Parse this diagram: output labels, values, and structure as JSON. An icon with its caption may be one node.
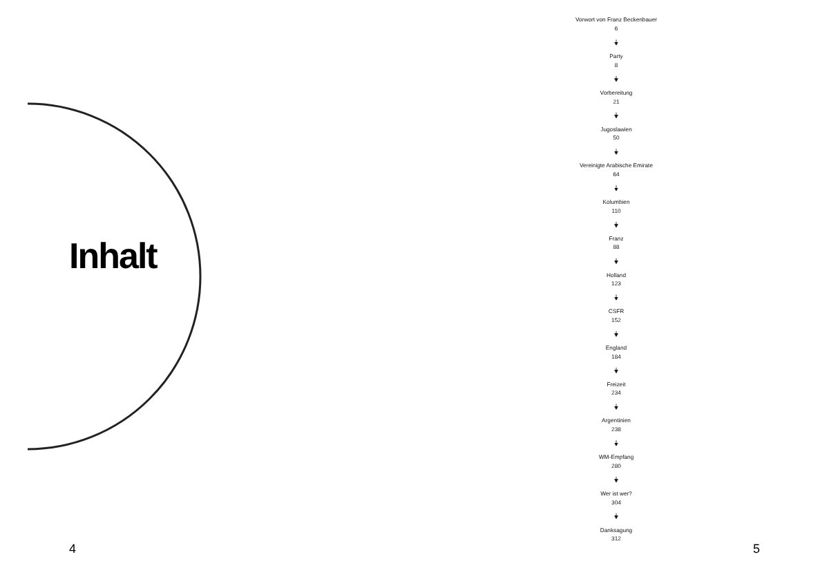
{
  "diagram": {
    "title": "Inhalt",
    "nodes": [
      {
        "text": [
          "Vorwort von Franz Beckenbauer",
          "6"
        ]
      },
      {
        "text": [
          "Party",
          "8"
        ]
      },
      {
        "text": [
          "Vorbereitung",
          "21"
        ]
      },
      {
        "text": [
          "Jugoslawien",
          "50"
        ]
      },
      {
        "text": [
          "Vereinigte Arabische Emirate",
          "64"
        ]
      },
      {
        "text": [
          "Kolumbien",
          "110"
        ]
      },
      {
        "text": [
          "Franz",
          "88"
        ]
      },
      {
        "text": [
          "Holland",
          "123"
        ]
      },
      {
        "text": [
          "CSFR",
          "152"
        ]
      },
      {
        "text": [
          "England",
          "184"
        ]
      },
      {
        "text": [
          "Freizeit",
          "234"
        ]
      },
      {
        "text": [
          "Argentinien",
          "238"
        ]
      },
      {
        "text": [
          "WM-Empfang",
          "280"
        ]
      },
      {
        "text": [
          "Wer ist wer?",
          "304"
        ]
      },
      {
        "text": [
          "Danksagung",
          "312"
        ]
      }
    ],
    "edges": [
      {
        "from": 0,
        "to": 1,
        "arrow": "to"
      },
      {
        "from": 1,
        "to": 2,
        "arrow": "to"
      },
      {
        "from": 2,
        "to": 3,
        "arrow": "to"
      },
      {
        "from": 3,
        "to": 4,
        "arrow": "to"
      },
      {
        "from": 4,
        "to": 5,
        "arrow": "to"
      },
      {
        "from": 5,
        "to": 6,
        "arrow": "to"
      },
      {
        "from": 6,
        "to": 7,
        "arrow": "to"
      },
      {
        "from": 7,
        "to": 8,
        "arrow": "to"
      },
      {
        "from": 8,
        "to": 9,
        "arrow": "to"
      },
      {
        "from": 9,
        "to": 10,
        "arrow": "to"
      },
      {
        "from": 10,
        "to": 11,
        "arrow": "to"
      },
      {
        "from": 11,
        "to": 12,
        "arrow": "to"
      },
      {
        "from": 12,
        "to": 13,
        "arrow": "to"
      },
      {
        "from": 13,
        "to": 14,
        "arrow": "to"
      }
    ],
    "labels": [
      "4",
      "5"
    ]
  }
}
